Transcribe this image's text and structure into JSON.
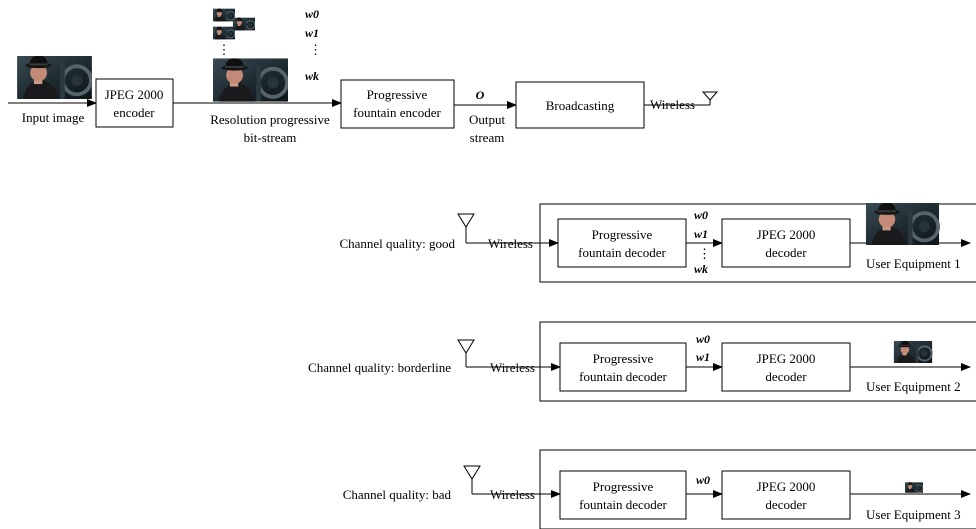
{
  "encoder_chain": {
    "input_label": "Input image",
    "jpeg_encoder_label": [
      "JPEG 2000",
      "encoder"
    ],
    "bitstream_label": [
      "Resolution progressive",
      "bit-stream"
    ],
    "symbols": [
      "w0",
      "w1",
      "wk"
    ],
    "fountain_encoder_label": [
      "Progressive",
      "fountain encoder"
    ],
    "output_symbol": "O",
    "output_label": [
      "Output",
      "stream"
    ],
    "broadcast_label": "Broadcasting",
    "wireless_label": "Wireless"
  },
  "receivers": [
    {
      "channel_label": "Channel quality: good",
      "wireless_label": "Wireless",
      "decoder_label": [
        "Progressive",
        "fountain decoder"
      ],
      "symbols": [
        "w0",
        "w1",
        "wk"
      ],
      "jpeg_decoder_label": [
        "JPEG 2000",
        "decoder"
      ],
      "ue_label": "User Equipment 1"
    },
    {
      "channel_label": "Channel quality: borderline",
      "wireless_label": "Wireless",
      "decoder_label": [
        "Progressive",
        "fountain decoder"
      ],
      "symbols": [
        "w0",
        "w1"
      ],
      "jpeg_decoder_label": [
        "JPEG 2000",
        "decoder"
      ],
      "ue_label": "User Equipment 2"
    },
    {
      "channel_label": "Channel quality: bad",
      "wireless_label": "Wireless",
      "decoder_label": [
        "Progressive",
        "fountain decoder"
      ],
      "symbols": [
        "w0"
      ],
      "jpeg_decoder_label": [
        "JPEG 2000",
        "decoder"
      ],
      "ue_label": "User Equipment 3"
    }
  ]
}
